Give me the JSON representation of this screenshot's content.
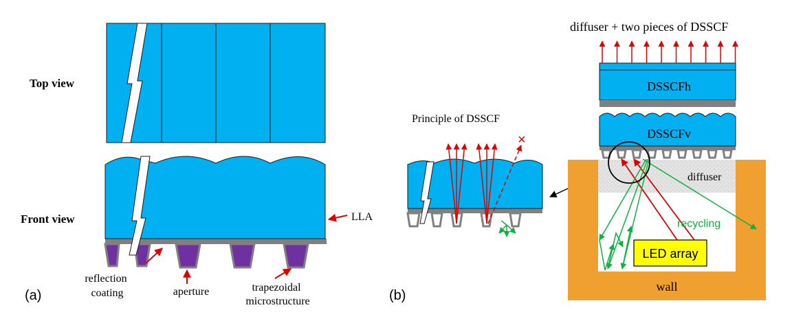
{
  "panel_a": {
    "label": "(a)",
    "top_view_label": "Top view",
    "front_view_label": "Front view",
    "lla_label": "LLA",
    "reflection_coating_label": [
      "reflection",
      "coating"
    ],
    "aperture_label": "aperture",
    "trapezoidal_label": [
      "trapezoidal",
      "microstructure"
    ]
  },
  "panel_b": {
    "label": "(b)",
    "principle_title": "Principle of DSSCF",
    "stack_title": "diffuser + two pieces of DSSCF",
    "dsscfh_label": "DSSCFh",
    "dsscfv_label": "DSSCFv",
    "diffuser_label": "diffuser",
    "recycling_label": "recycling",
    "led_label": "LED array",
    "wall_label": "wall",
    "blocked_mark": "×"
  },
  "colors": {
    "film_blue": "#00B0F0",
    "outline": "#1a1a1a",
    "coating_gray": "#808080",
    "structure_purple": "#7030A0",
    "wall_orange": "#F0A030",
    "led_yellow": "#FFFF00",
    "ray_red": "#E00000",
    "ray_green": "#10B040",
    "diffuser_gray": "#D8D8D8"
  }
}
